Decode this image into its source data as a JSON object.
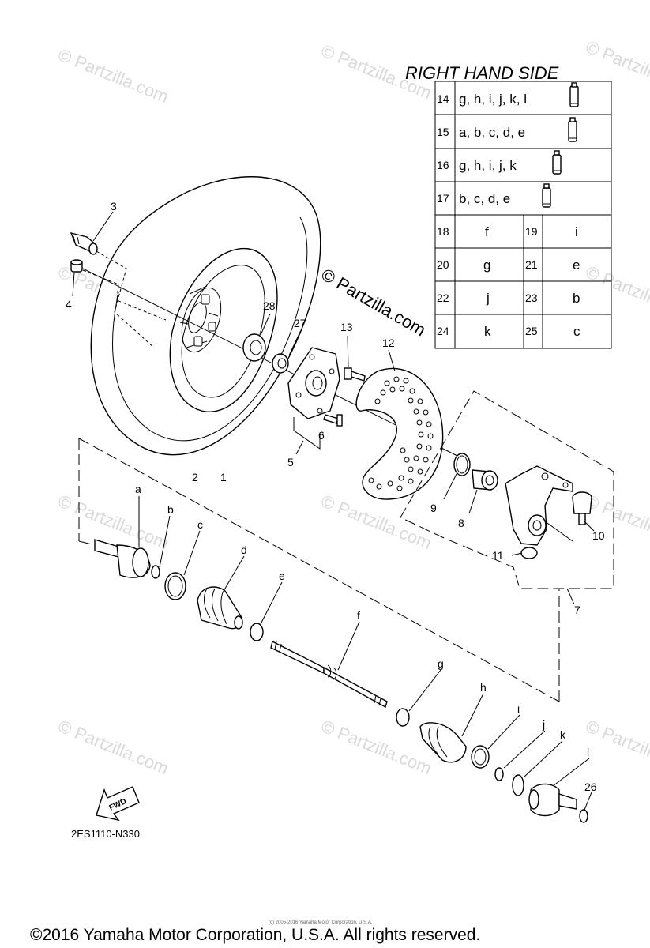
{
  "watermark": "© Partzilla.com",
  "watermark_main": "© Partzilla.com",
  "table": {
    "title": "RIGHT HAND SIDE",
    "kit_rows": [
      {
        "num": "14",
        "parts": "g, h, i, j, k, l"
      },
      {
        "num": "15",
        "parts": "a, b, c, d, e"
      },
      {
        "num": "16",
        "parts": "g, h, i, j, k"
      },
      {
        "num": "17",
        "parts": "b, c, d, e"
      }
    ],
    "pair_rows": [
      [
        {
          "num": "18",
          "letter": "f"
        },
        {
          "num": "19",
          "letter": "i"
        }
      ],
      [
        {
          "num": "20",
          "letter": "g"
        },
        {
          "num": "21",
          "letter": "e"
        }
      ],
      [
        {
          "num": "22",
          "letter": "j"
        },
        {
          "num": "23",
          "letter": "b"
        }
      ],
      [
        {
          "num": "24",
          "letter": "k"
        },
        {
          "num": "25",
          "letter": "c"
        }
      ]
    ]
  },
  "callouts": {
    "c1": "1",
    "c2": "2",
    "c3": "3",
    "c4": "4",
    "c5": "5",
    "c6": "6",
    "c7": "7",
    "c8": "8",
    "c9": "9",
    "c10": "10",
    "c11": "11",
    "c12": "12",
    "c13": "13",
    "c26": "26",
    "c27": "27",
    "c28": "28",
    "a": "a",
    "b": "b",
    "c": "c",
    "d": "d",
    "e": "e",
    "f": "f",
    "g": "g",
    "h": "h",
    "i": "i",
    "j": "j",
    "k": "k",
    "l": "l"
  },
  "fwd_label": "FWD",
  "diagram_code": "2ES1110-N330",
  "tiny_copyright": "(c) 2005-2016 Yamaha Motor Corporation, U.S.A.",
  "copyright": "©2016 Yamaha Motor Corporation, U.S.A. All rights reserved."
}
